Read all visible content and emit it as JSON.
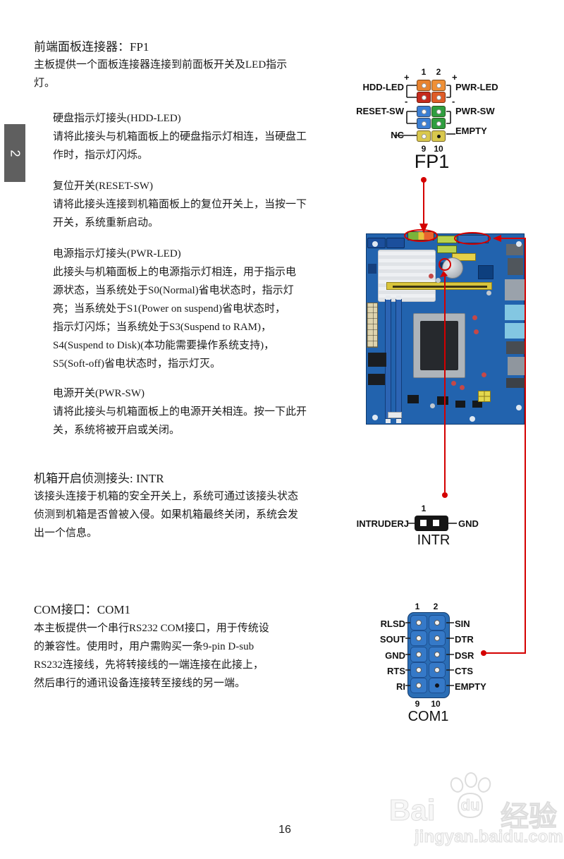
{
  "page": {
    "chapter_tab": "2",
    "number": "16"
  },
  "colors": {
    "annotation_red": "#d40000",
    "pcb_blue": "#2263ae",
    "pin_orange": "#e8832f",
    "pin_red": "#c52a1e",
    "pin_blue": "#3b7fd4",
    "pin_green": "#2f9e3f",
    "pin_yellow": "#d9c84e",
    "com_blue": "#2a6db5",
    "tab_gray": "#5f5f5f"
  },
  "fp1": {
    "title": "前端面板连接器：FP1",
    "intro": [
      "主板提供一个面板连接器连接到前面板开关及LED指示",
      "灯。"
    ],
    "hdd": {
      "heading": "硬盘指示灯接头(HDD-LED)",
      "lines": [
        "请将此接头与机箱面板上的硬盘指示灯相连，当硬盘工",
        "作时，指示灯闪烁。"
      ]
    },
    "reset": {
      "heading": "复位开关(RESET-SW)",
      "lines": [
        "请将此接头连接到机箱面板上的复位开关上，当按一下",
        "开关，系统重新启动。"
      ]
    },
    "pwrled": {
      "heading": "电源指示灯接头(PWR-LED)",
      "lines": [
        "此接头与机箱面板上的电源指示灯相连，用于指示电",
        "源状态，当系统处于S0(Normal)省电状态时，指示灯",
        "亮；当系统处于S1(Power on suspend)省电状态时，",
        "指示灯闪烁；当系统处于S3(Suspend to RAM)，",
        "S4(Suspend to Disk)(本功能需要操作系统支持)，",
        "S5(Soft-off)省电状态时，指示灯灭。"
      ]
    },
    "pwrsw": {
      "heading": "电源开关(PWR-SW)",
      "lines": [
        "请将此接头与机箱面板上的电源开关相连。按一下此开",
        "关，系统将被开启或关闭。"
      ]
    }
  },
  "intr": {
    "title": "机箱开启侦测接头: INTR",
    "lines": [
      "该接头连接于机箱的安全开关上，系统可通过该接头状态",
      "侦测到机箱是否曾被入侵。如果机箱最终关闭，系统会发",
      "出一个信息。"
    ]
  },
  "com": {
    "title": "COM接口：COM1",
    "lines": [
      "本主板提供一个串行RS232 COM接口，用于传统设",
      "的兼容性。使用时，用户需购买一条9-pin D-sub",
      "RS232连接线，先将转接线的一端连接在此接上，",
      "然后串行的通讯设备连接转至接线的另一端。"
    ]
  },
  "fp1_diagram": {
    "caption": "FP1",
    "pin_top_left": "1",
    "pin_top_right": "2",
    "pin_bottom_left": "9",
    "pin_bottom_right": "10",
    "labels_left": [
      "HDD-LED",
      "RESET-SW",
      "NC"
    ],
    "labels_right": [
      "PWR-LED",
      "PWR-SW",
      "EMPTY"
    ],
    "plus": "+",
    "minus": "-"
  },
  "intr_diagram": {
    "caption": "INTR",
    "pin_top": "1",
    "label_left": "INTRUDERJ",
    "label_right": "GND"
  },
  "com_diagram": {
    "caption": "COM1",
    "pin_top_left": "1",
    "pin_top_right": "2",
    "pin_bottom_left": "9",
    "pin_bottom_right": "10",
    "labels_left": [
      "RLSD",
      "SOUT",
      "GND",
      "RTS",
      "RI"
    ],
    "labels_right": [
      "SIN",
      "DTR",
      "DSR",
      "CTS",
      "EMPTY"
    ]
  },
  "watermark": {
    "brand_left": "Bai",
    "brand_mid": "du",
    "brand_right": "经验",
    "url": "jingyan.baidu.com"
  }
}
